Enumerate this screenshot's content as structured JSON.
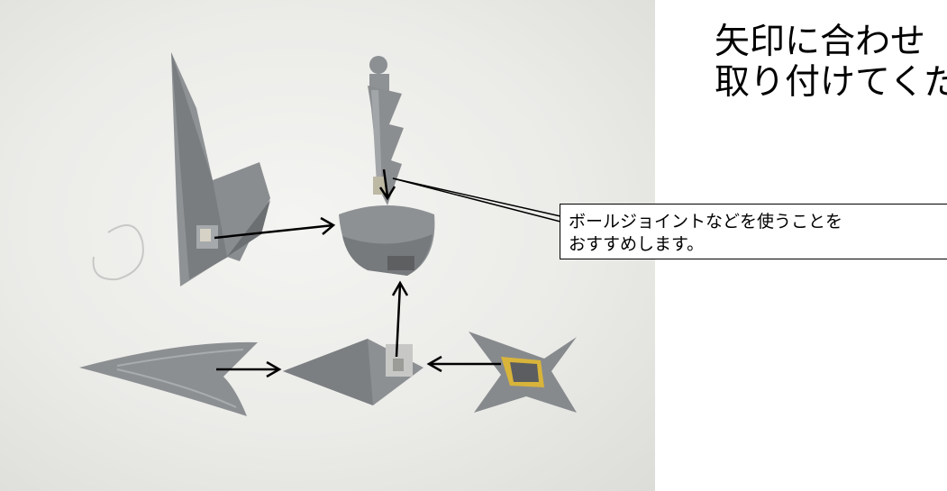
{
  "instruction_title": {
    "line1": "矢印に合わせ",
    "line2": "取り付けてくだ"
  },
  "callout": {
    "line1": "ボールジョイントなどを使うことを",
    "line2": "おすすめします。"
  },
  "photo": {
    "subject": "gray-model-kit-parts"
  },
  "colors": {
    "part_gray": "#8c8f92",
    "part_shadow": "#6a6d70",
    "part_light": "#a8abad",
    "background_paper": "#ecece9",
    "yellow_paint": "#d8b43a"
  }
}
